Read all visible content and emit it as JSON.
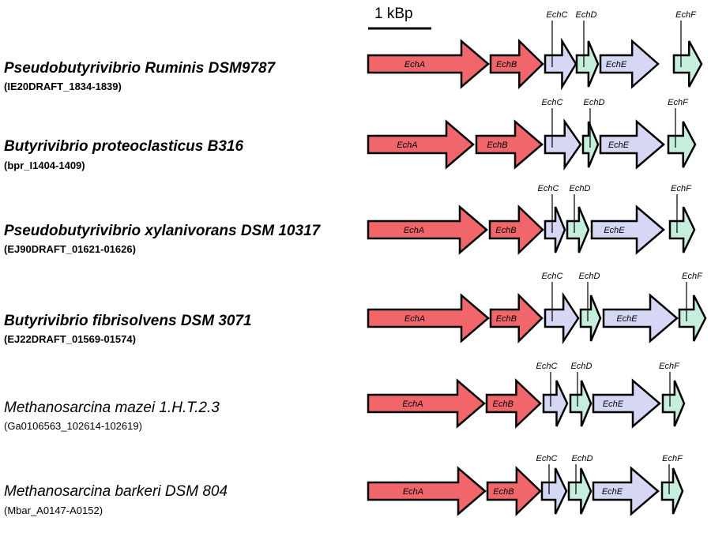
{
  "scale_bar": {
    "label": "1 kBp"
  },
  "colors": {
    "large_subunit": "#f0666b",
    "membrane_subunit": "#d6d7f4",
    "small_subunit": "#c6eedd",
    "outline": "#000000"
  },
  "gene_names": [
    "EchA",
    "EchB",
    "EchC",
    "EchD",
    "EchE",
    "EchF"
  ],
  "operons": [
    {
      "organism": "Pseudobutyrivibrio Ruminis DSM9787",
      "locus": "(IE20DRAFT_1834-1839)",
      "bold": true
    },
    {
      "organism": "Butyrivibrio proteoclasticus B316",
      "locus": "(bpr_I1404-1409)",
      "bold": true
    },
    {
      "organism": "Pseudobutyrivibrio xylanivorans DSM 10317",
      "locus": "(EJ90DRAFT_01621-01626)",
      "bold": true
    },
    {
      "organism": "Butyrivibrio fibrisolvens DSM 3071",
      "locus": "(EJ22DRAFT_01569-01574)",
      "bold": true
    },
    {
      "organism": "Methanosarcina mazei 1.H.T.2.3",
      "locus": "(Ga0106563_102614-102619)",
      "bold": false
    },
    {
      "organism": "Methanosarcina barkeri DSM 804",
      "locus": "(Mbar_A0147-A0152)",
      "bold": false
    }
  ]
}
